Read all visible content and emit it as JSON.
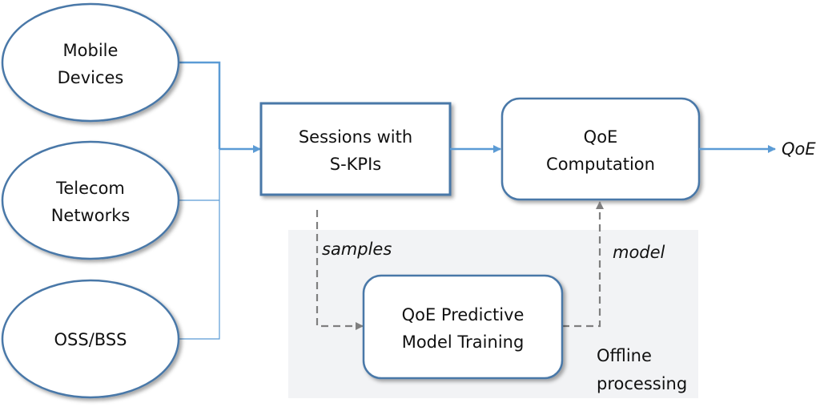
{
  "diagram": {
    "sources": [
      {
        "id": "mobile",
        "lines": [
          "Mobile",
          "Devices"
        ]
      },
      {
        "id": "telecom",
        "lines": [
          "Telecom",
          "Networks"
        ]
      },
      {
        "id": "oss",
        "lines": [
          "OSS/BSS"
        ]
      }
    ],
    "sessions_box": {
      "lines": [
        "Sessions with",
        "S-KPIs"
      ]
    },
    "qoe_box": {
      "lines": [
        "QoE",
        "Computation"
      ]
    },
    "training_box": {
      "lines": [
        "QoE Predictive",
        "Model Training"
      ]
    },
    "output_label": "QoE",
    "samples_label": "samples",
    "model_label": "model",
    "offline_label": [
      "Offline",
      "processing"
    ],
    "colors": {
      "node_stroke": "#4a78a8",
      "arrow_blue": "#5b9bd5",
      "dashed_gray": "#7f7f7f",
      "offline_bg": "#f2f3f5"
    }
  }
}
